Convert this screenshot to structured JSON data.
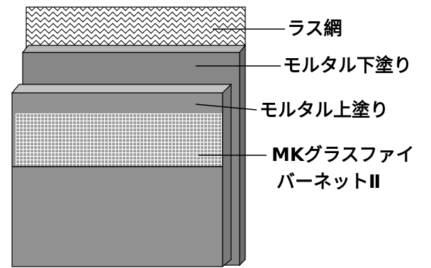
{
  "labels": {
    "lath_mesh": "ラス網",
    "mortar_undercoat": "モルタル下塗り",
    "mortar_topcoat": "モルタル上塗り",
    "fiber_net_line1": "MKグラスファイ",
    "fiber_net_line2": "バーネットⅡ"
  },
  "colors": {
    "lath_fill": "#ffffff",
    "undercoat_front": "#878787",
    "undercoat_top": "#b5b5b5",
    "topcoat_front": "#929292",
    "topcoat_top": "#c3c3c3",
    "side_face": "#6e6e6e",
    "grid_line": "#ffffff",
    "outline": "#000000"
  }
}
